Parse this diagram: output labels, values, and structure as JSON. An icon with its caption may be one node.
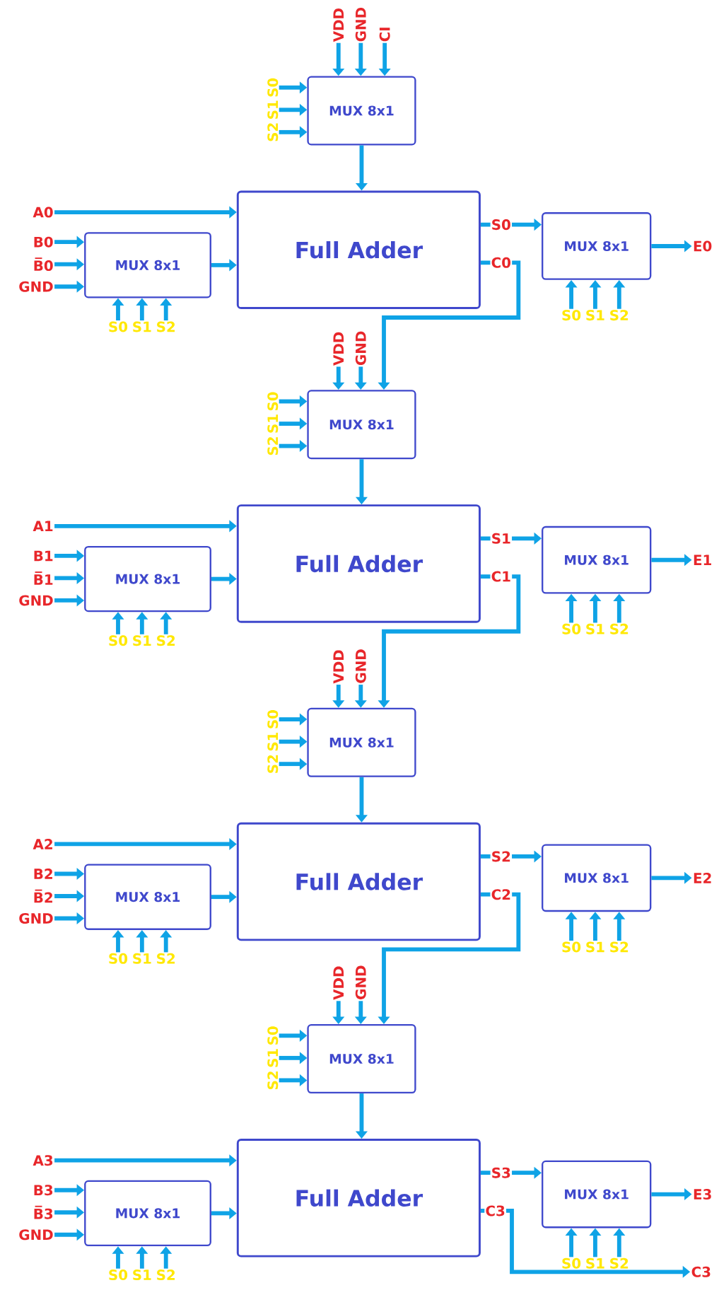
{
  "diagram": {
    "nodes": [
      {
        "text": [
          "VDD"
        ]
      },
      {
        "text": [
          "GND"
        ]
      },
      {
        "text": [
          "CI"
        ]
      },
      {
        "text": [
          "S0"
        ]
      },
      {
        "text": [
          "S1"
        ]
      },
      {
        "text": [
          "S2"
        ]
      },
      {
        "text": [
          "MUX 8x1"
        ]
      },
      {
        "text": [
          "A0"
        ]
      },
      {
        "text": [
          "Full Adder"
        ]
      },
      {
        "text": [
          "B0"
        ]
      },
      {
        "text": [
          "B̅0"
        ]
      },
      {
        "text": [
          "GND"
        ]
      },
      {
        "text": [
          "MUX 8x1"
        ]
      },
      {
        "text": [
          "MUX 8x1"
        ]
      },
      {
        "text": [
          "E0"
        ]
      },
      {
        "text": [
          "S0"
        ]
      },
      {
        "text": [
          "S1"
        ]
      },
      {
        "text": [
          "S2"
        ]
      },
      {
        "text": [
          "S0"
        ]
      },
      {
        "text": [
          "S1"
        ]
      },
      {
        "text": [
          "S2"
        ]
      },
      {
        "text": [
          "VDD"
        ]
      },
      {
        "text": [
          "GND"
        ]
      },
      {
        "text": [
          "S0"
        ]
      },
      {
        "text": [
          "S1"
        ]
      },
      {
        "text": [
          "S2"
        ]
      },
      {
        "text": [
          "MUX 8x1"
        ]
      },
      {
        "text": [
          "A1"
        ]
      },
      {
        "text": [
          "Full Adder"
        ]
      },
      {
        "text": [
          "B1"
        ]
      },
      {
        "text": [
          "B̅1"
        ]
      },
      {
        "text": [
          "GND"
        ]
      },
      {
        "text": [
          "MUX 8x1"
        ]
      },
      {
        "text": [
          "MUX 8x1"
        ]
      },
      {
        "text": [
          "E1"
        ]
      },
      {
        "text": [
          "S0"
        ]
      },
      {
        "text": [
          "S1"
        ]
      },
      {
        "text": [
          "S2"
        ]
      },
      {
        "text": [
          "S0"
        ]
      },
      {
        "text": [
          "S1"
        ]
      },
      {
        "text": [
          "S2"
        ]
      },
      {
        "text": [
          "VDD"
        ]
      },
      {
        "text": [
          "GND"
        ]
      },
      {
        "text": [
          "S0"
        ]
      },
      {
        "text": [
          "S1"
        ]
      },
      {
        "text": [
          "S2"
        ]
      },
      {
        "text": [
          "MUX 8x1"
        ]
      },
      {
        "text": [
          "A2"
        ]
      },
      {
        "text": [
          "Full Adder"
        ]
      },
      {
        "text": [
          "B2"
        ]
      },
      {
        "text": [
          "B̅2"
        ]
      },
      {
        "text": [
          "GND"
        ]
      },
      {
        "text": [
          "MUX 8x1"
        ]
      },
      {
        "text": [
          "MUX 8x1"
        ]
      },
      {
        "text": [
          "E2"
        ]
      },
      {
        "text": [
          "S0"
        ]
      },
      {
        "text": [
          "S1"
        ]
      },
      {
        "text": [
          "S2"
        ]
      },
      {
        "text": [
          "S0"
        ]
      },
      {
        "text": [
          "S1"
        ]
      },
      {
        "text": [
          "S2"
        ]
      },
      {
        "text": [
          "VDD"
        ]
      },
      {
        "text": [
          "GND"
        ]
      },
      {
        "text": [
          "S0"
        ]
      },
      {
        "text": [
          "S1"
        ]
      },
      {
        "text": [
          "S2"
        ]
      },
      {
        "text": [
          "MUX 8x1"
        ]
      },
      {
        "text": [
          "A3"
        ]
      },
      {
        "text": [
          "Full Adder"
        ]
      },
      {
        "text": [
          "B3"
        ]
      },
      {
        "text": [
          "B̅3"
        ]
      },
      {
        "text": [
          "GND"
        ]
      },
      {
        "text": [
          "MUX 8x1"
        ]
      },
      {
        "text": [
          "MUX 8x1"
        ]
      },
      {
        "text": [
          "E3"
        ]
      },
      {
        "text": [
          "S0"
        ]
      },
      {
        "text": [
          "S1"
        ]
      },
      {
        "text": [
          "S2"
        ]
      },
      {
        "text": [
          "S0"
        ]
      },
      {
        "text": [
          "S1"
        ]
      },
      {
        "text": [
          "S2"
        ]
      },
      {
        "text": [
          "C3"
        ]
      }
    ],
    "edges": [
      {
        "from": 0,
        "to": 6,
        "arrow": "to"
      },
      {
        "from": 1,
        "to": 6,
        "arrow": "to"
      },
      {
        "from": 2,
        "to": 6,
        "arrow": "to"
      },
      {
        "from": 3,
        "to": 6,
        "arrow": "to"
      },
      {
        "from": 4,
        "to": 6,
        "arrow": "to"
      },
      {
        "from": 5,
        "to": 6,
        "arrow": "to"
      },
      {
        "from": 6,
        "to": 8,
        "arrow": "to"
      },
      {
        "from": 7,
        "to": 8,
        "arrow": "to"
      },
      {
        "from": 9,
        "to": 12,
        "arrow": "to"
      },
      {
        "from": 10,
        "to": 12,
        "arrow": "to"
      },
      {
        "from": 11,
        "to": 12,
        "arrow": "to"
      },
      {
        "from": 12,
        "to": 8,
        "arrow": "to"
      },
      {
        "from": 15,
        "to": 12,
        "arrow": "to"
      },
      {
        "from": 16,
        "to": 12,
        "arrow": "to"
      },
      {
        "from": 17,
        "to": 12,
        "arrow": "to"
      },
      {
        "from": 8,
        "to": 13,
        "arrow": "to",
        "label": "S0"
      },
      {
        "from": 18,
        "to": 13,
        "arrow": "to"
      },
      {
        "from": 19,
        "to": 13,
        "arrow": "to"
      },
      {
        "from": 20,
        "to": 13,
        "arrow": "to"
      },
      {
        "from": 13,
        "to": 14,
        "arrow": "to"
      },
      {
        "from": 8,
        "to": 26,
        "arrow": "to",
        "label": "C0"
      },
      {
        "from": 21,
        "to": 26,
        "arrow": "to"
      },
      {
        "from": 22,
        "to": 26,
        "arrow": "to"
      },
      {
        "from": 23,
        "to": 26,
        "arrow": "to"
      },
      {
        "from": 24,
        "to": 26,
        "arrow": "to"
      },
      {
        "from": 25,
        "to": 26,
        "arrow": "to"
      },
      {
        "from": 26,
        "to": 28,
        "arrow": "to"
      },
      {
        "from": 27,
        "to": 28,
        "arrow": "to"
      },
      {
        "from": 29,
        "to": 32,
        "arrow": "to"
      },
      {
        "from": 30,
        "to": 32,
        "arrow": "to"
      },
      {
        "from": 31,
        "to": 32,
        "arrow": "to"
      },
      {
        "from": 32,
        "to": 28,
        "arrow": "to"
      },
      {
        "from": 35,
        "to": 32,
        "arrow": "to"
      },
      {
        "from": 36,
        "to": 32,
        "arrow": "to"
      },
      {
        "from": 37,
        "to": 32,
        "arrow": "to"
      },
      {
        "from": 28,
        "to": 33,
        "arrow": "to",
        "label": "S1"
      },
      {
        "from": 38,
        "to": 33,
        "arrow": "to"
      },
      {
        "from": 39,
        "to": 33,
        "arrow": "to"
      },
      {
        "from": 40,
        "to": 33,
        "arrow": "to"
      },
      {
        "from": 33,
        "to": 34,
        "arrow": "to"
      },
      {
        "from": 28,
        "to": 46,
        "arrow": "to",
        "label": "C1"
      },
      {
        "from": 41,
        "to": 46,
        "arrow": "to"
      },
      {
        "from": 42,
        "to": 46,
        "arrow": "to"
      },
      {
        "from": 43,
        "to": 46,
        "arrow": "to"
      },
      {
        "from": 44,
        "to": 46,
        "arrow": "to"
      },
      {
        "from": 45,
        "to": 46,
        "arrow": "to"
      },
      {
        "from": 46,
        "to": 48,
        "arrow": "to"
      },
      {
        "from": 47,
        "to": 48,
        "arrow": "to"
      },
      {
        "from": 49,
        "to": 52,
        "arrow": "to"
      },
      {
        "from": 50,
        "to": 52,
        "arrow": "to"
      },
      {
        "from": 51,
        "to": 52,
        "arrow": "to"
      },
      {
        "from": 52,
        "to": 48,
        "arrow": "to"
      },
      {
        "from": 55,
        "to": 52,
        "arrow": "to"
      },
      {
        "from": 56,
        "to": 52,
        "arrow": "to"
      },
      {
        "from": 57,
        "to": 52,
        "arrow": "to"
      },
      {
        "from": 48,
        "to": 53,
        "arrow": "to",
        "label": "S2"
      },
      {
        "from": 58,
        "to": 53,
        "arrow": "to"
      },
      {
        "from": 59,
        "to": 53,
        "arrow": "to"
      },
      {
        "from": 60,
        "to": 53,
        "arrow": "to"
      },
      {
        "from": 53,
        "to": 54,
        "arrow": "to"
      },
      {
        "from": 48,
        "to": 66,
        "arrow": "to",
        "label": "C2"
      },
      {
        "from": 61,
        "to": 66,
        "arrow": "to"
      },
      {
        "from": 62,
        "to": 66,
        "arrow": "to"
      },
      {
        "from": 63,
        "to": 66,
        "arrow": "to"
      },
      {
        "from": 64,
        "to": 66,
        "arrow": "to"
      },
      {
        "from": 65,
        "to": 66,
        "arrow": "to"
      },
      {
        "from": 66,
        "to": 68,
        "arrow": "to"
      },
      {
        "from": 67,
        "to": 68,
        "arrow": "to"
      },
      {
        "from": 69,
        "to": 72,
        "arrow": "to"
      },
      {
        "from": 70,
        "to": 72,
        "arrow": "to"
      },
      {
        "from": 71,
        "to": 72,
        "arrow": "to"
      },
      {
        "from": 72,
        "to": 68,
        "arrow": "to"
      },
      {
        "from": 75,
        "to": 72,
        "arrow": "to"
      },
      {
        "from": 76,
        "to": 72,
        "arrow": "to"
      },
      {
        "from": 77,
        "to": 72,
        "arrow": "to"
      },
      {
        "from": 68,
        "to": 73,
        "arrow": "to",
        "label": "S3"
      },
      {
        "from": 78,
        "to": 73,
        "arrow": "to"
      },
      {
        "from": 79,
        "to": 73,
        "arrow": "to"
      },
      {
        "from": 80,
        "to": 73,
        "arrow": "to"
      },
      {
        "from": 73,
        "to": 74,
        "arrow": "to"
      },
      {
        "from": 68,
        "to": 81,
        "arrow": "to",
        "label": "C3"
      }
    ]
  }
}
